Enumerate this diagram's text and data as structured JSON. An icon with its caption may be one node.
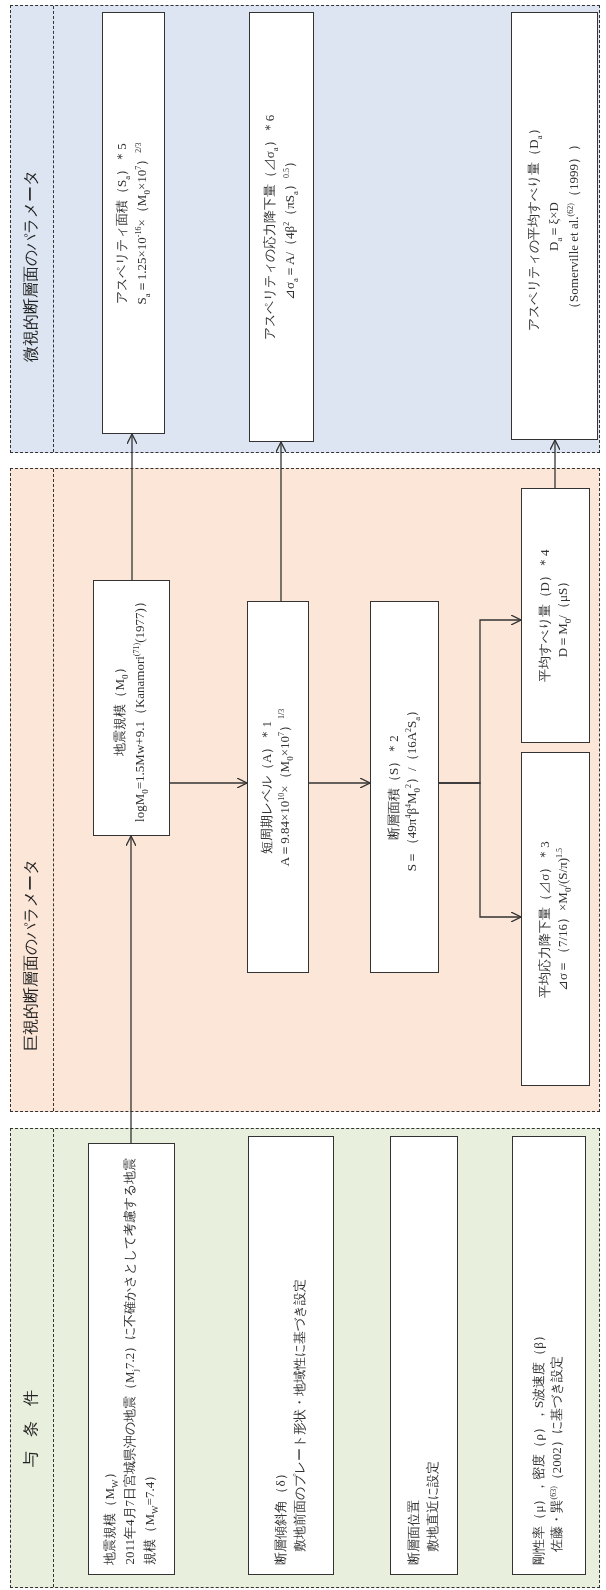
{
  "diagram": {
    "nodes": [
      {
        "text": [
          "与条件"
        ]
      },
      {
        "text": [
          "地震規模（M$_{W}$）",
          "2011年4月7日宮城県沖の地震（M$_{j}$7.2）に不確かさとして考慮する地震規模（M$_{W}$=7.4）"
        ],
        "in": 0
      },
      {
        "text": [
          "断層傾斜角（δ）",
          "敷地前面のプレート形状・地域性に基づき設定"
        ],
        "in": 0
      },
      {
        "text": [
          "断層面位置",
          "敷地直近に設定"
        ],
        "in": 0
      },
      {
        "text": [
          "剛性率（μ），密度（ρ），S波速度（β）",
          "佐藤・巽$^{(63)}$（2002）に基づき設定"
        ],
        "in": 0
      },
      {
        "text": [
          "巨視的断層面のパラメータ"
        ]
      },
      {
        "text": [
          "地震規模（M$_{0}$）",
          "logM$_{0}$=1.5Mw+9.1（Kanamori$^{(71)}$(1977)）"
        ],
        "in": 5
      },
      {
        "text": [
          "短周期レベル（A）＊1",
          "A＝9.84×10$^{10}$×（M$_{0}$×10$^{7}$）$^{1/3}$"
        ],
        "in": 5
      },
      {
        "text": [
          "断層面積（S）＊2",
          "S＝（49π$^{4}$β$^{4}$M$_{0}$$^{2}$）/（16A$^{2}$S$_{a}$）"
        ],
        "in": 5
      },
      {
        "text": [
          "平均応力降下量（⊿σ）＊3",
          "⊿σ＝（7/16）×M$_{0}$/(S/π)$^{1.5}$"
        ],
        "in": 5
      },
      {
        "text": [
          "平均すべり量（D）＊4",
          "D＝M$_{0}$/（μS）"
        ],
        "in": 5
      },
      {
        "text": [
          "微視的断層面のパラメータ"
        ]
      },
      {
        "text": [
          "アスペリティ面積（S$_{a}$）＊5",
          "S$_{a}$＝1.25×10$^{-16}$×（M$_{0}$×10$^{7}$）$^{2/3}$"
        ],
        "in": 11
      },
      {
        "text": [
          "アスペリティの応力降下量（⊿σ$_{a}$）＊6",
          "⊿σ$_{a}$＝A/（4β$^{2}$（πS$_{a}$）$^{0.5}$）"
        ],
        "in": 11
      },
      {
        "text": [
          "アスペリティの平均すべり量（D$_{a}$）",
          "D$_{a}$＝ξ×D",
          "（Somerville et al.$^{(62)}$（1999））"
        ],
        "in": 11
      }
    ],
    "edges": [
      {
        "from": 1,
        "to": 6,
        "arrow": "to"
      },
      {
        "from": 6,
        "to": 12,
        "arrow": "to"
      },
      {
        "from": 6,
        "to": 7,
        "arrow": "to"
      },
      {
        "from": 7,
        "to": 8,
        "arrow": "to"
      },
      {
        "from": 7,
        "to": 13,
        "arrow": "to"
      },
      {
        "from": 8,
        "to": 9,
        "arrow": "to"
      },
      {
        "from": 8,
        "to": 10,
        "arrow": "to"
      },
      {
        "from": 10,
        "to": 14,
        "arrow": "to"
      }
    ]
  }
}
